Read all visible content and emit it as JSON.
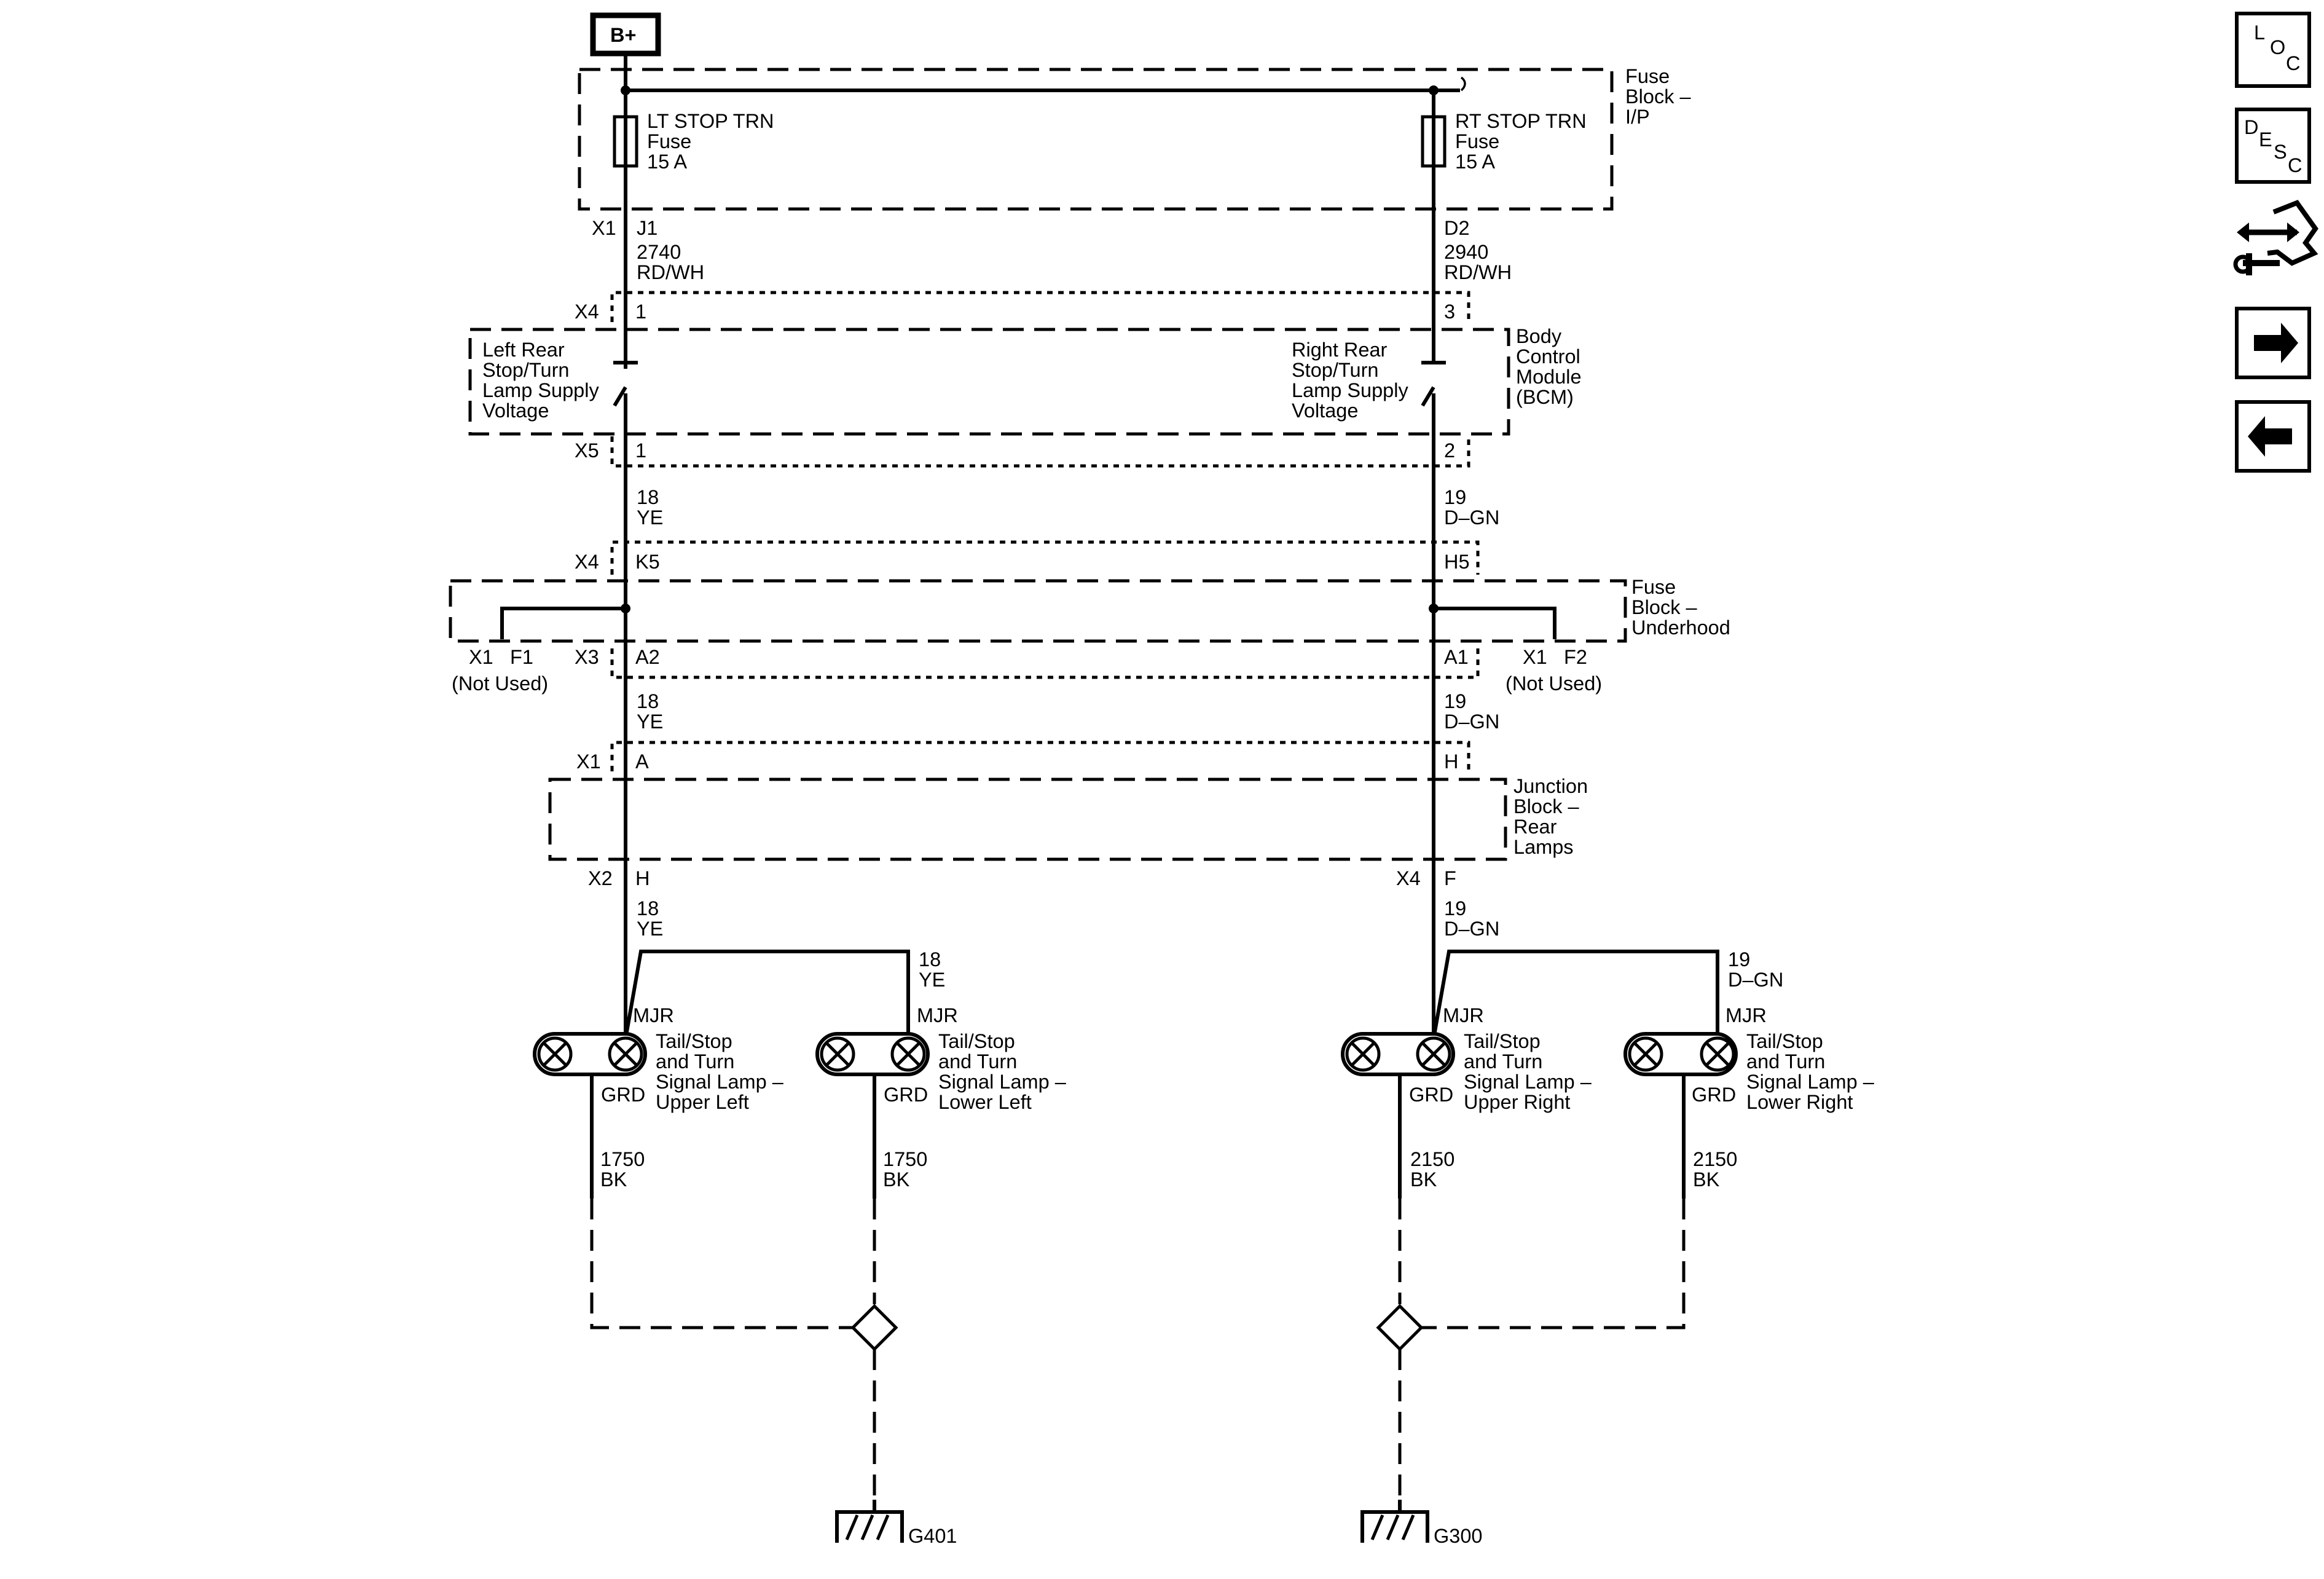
{
  "power": {
    "label": "B+"
  },
  "fuse_block_ip": {
    "label_lines": [
      "Fuse",
      "Block –",
      "I/P"
    ],
    "left_fuse": [
      "LT STOP TRN",
      "Fuse",
      "15 A"
    ],
    "right_fuse": [
      "RT STOP TRN",
      "Fuse",
      "15 A"
    ]
  },
  "left": {
    "c1": "X1",
    "c1_pin": "J1",
    "c1_circuit": "2740",
    "c1_color": "RD/WH",
    "c2": "X4",
    "c2_pin": "1",
    "bcm_label_lines": [
      "Left Rear",
      "Stop/Turn",
      "Lamp Supply",
      "Voltage"
    ],
    "c3": "X5",
    "c3_pin": "1",
    "c3_circuit": "18",
    "c3_color": "YE",
    "c4": "X4",
    "c4_pin": "K5",
    "unused_conn": "X1",
    "unused_pin": "F1",
    "not_used": "(Not Used)",
    "c5": "X3",
    "c5_pin": "A2",
    "c5_circuit": "18",
    "c5_color": "YE",
    "c6": "X1",
    "c6_pin": "A",
    "c7": "X2",
    "c7_pin": "H",
    "c7_circuit": "18",
    "c7_color": "YE",
    "branch_circuit": "18",
    "branch_color": "YE",
    "ground": "G401"
  },
  "right": {
    "c1_pin": "D2",
    "c1_circuit": "2940",
    "c1_color": "RD/WH",
    "c2_pin": "3",
    "bcm_label_lines": [
      "Right Rear",
      "Stop/Turn",
      "Lamp Supply",
      "Voltage"
    ],
    "c3_pin": "2",
    "c3_circuit": "19",
    "c3_color": "D–GN",
    "c4_pin": "H5",
    "unused_conn": "X1",
    "unused_pin": "F2",
    "not_used": "(Not Used)",
    "c5_pin": "A1",
    "c5_circuit": "19",
    "c5_color": "D–GN",
    "c6_pin": "H",
    "c7": "X4",
    "c7_pin": "F",
    "c7_circuit": "19",
    "c7_color": "D–GN",
    "branch_circuit": "19",
    "branch_color": "D–GN",
    "ground": "G300"
  },
  "bcm": {
    "label_lines": [
      "Body",
      "Control",
      "Module",
      "(BCM)"
    ]
  },
  "fuse_block_underhood": {
    "label_lines": [
      "Fuse",
      "Block –",
      "Underhood"
    ]
  },
  "junction_block": {
    "label_lines": [
      "Junction",
      "Block –",
      "Rear",
      "Lamps"
    ]
  },
  "lamps": [
    {
      "mjr": "MJR",
      "grd": "GRD",
      "label_lines": [
        "Tail/Stop",
        "and Turn",
        "Signal Lamp –",
        "Upper Left"
      ],
      "gnd_circuit": "1750",
      "gnd_color": "BK"
    },
    {
      "mjr": "MJR",
      "grd": "GRD",
      "label_lines": [
        "Tail/Stop",
        "and Turn",
        "Signal Lamp –",
        "Lower Left"
      ],
      "gnd_circuit": "1750",
      "gnd_color": "BK"
    },
    {
      "mjr": "MJR",
      "grd": "GRD",
      "label_lines": [
        "Tail/Stop",
        "and Turn",
        "Signal Lamp –",
        "Upper Right"
      ],
      "gnd_circuit": "2150",
      "gnd_color": "BK"
    },
    {
      "mjr": "MJR",
      "grd": "GRD",
      "label_lines": [
        "Tail/Stop",
        "and Turn",
        "Signal Lamp –",
        "Lower Right"
      ],
      "gnd_circuit": "2150",
      "gnd_color": "BK"
    }
  ],
  "nav": {
    "loc": [
      "L",
      "O",
      "C"
    ],
    "desc": [
      "D",
      "E",
      "S",
      "C"
    ],
    "icons": [
      "connector-tool-icon",
      "arrow-right-icon",
      "arrow-left-icon"
    ]
  }
}
